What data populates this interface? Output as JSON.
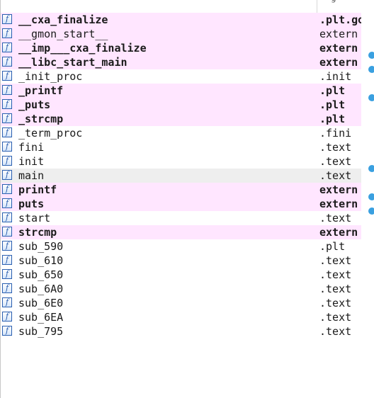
{
  "header": {
    "col_segment_label": "g"
  },
  "colors": {
    "import_row_bg": "#ffe6ff",
    "selected_row_bg": "#eeeeee",
    "icon_blue": "#2a5fb0",
    "marker_blue": "#3aa0e0"
  },
  "icon_glyph": "f",
  "functions": [
    {
      "name": "__cxa_finalize",
      "segment": ".plt.got",
      "style": "import"
    },
    {
      "name": "__gmon_start__",
      "segment": "extern",
      "style": "import-plain"
    },
    {
      "name": "__imp___cxa_finalize",
      "segment": "extern",
      "style": "import"
    },
    {
      "name": "__libc_start_main",
      "segment": "extern",
      "style": "import"
    },
    {
      "name": "_init_proc",
      "segment": ".init",
      "style": "normal"
    },
    {
      "name": "_printf",
      "segment": ".plt",
      "style": "import"
    },
    {
      "name": "_puts",
      "segment": ".plt",
      "style": "import"
    },
    {
      "name": "_strcmp",
      "segment": ".plt",
      "style": "import"
    },
    {
      "name": "_term_proc",
      "segment": ".fini",
      "style": "normal"
    },
    {
      "name": "fini",
      "segment": ".text",
      "style": "normal"
    },
    {
      "name": "init",
      "segment": ".text",
      "style": "normal"
    },
    {
      "name": "main",
      "segment": ".text",
      "style": "selected"
    },
    {
      "name": "printf",
      "segment": "extern",
      "style": "import"
    },
    {
      "name": "puts",
      "segment": "extern",
      "style": "import"
    },
    {
      "name": "start",
      "segment": ".text",
      "style": "normal"
    },
    {
      "name": "strcmp",
      "segment": "extern",
      "style": "import"
    },
    {
      "name": "sub_590",
      "segment": ".plt",
      "style": "normal"
    },
    {
      "name": "sub_610",
      "segment": ".text",
      "style": "normal"
    },
    {
      "name": "sub_650",
      "segment": ".text",
      "style": "normal"
    },
    {
      "name": "sub_6A0",
      "segment": ".text",
      "style": "normal"
    },
    {
      "name": "sub_6E0",
      "segment": ".text",
      "style": "normal"
    },
    {
      "name": "sub_6EA",
      "segment": ".text",
      "style": "normal"
    },
    {
      "name": "sub_795",
      "segment": ".text",
      "style": "normal"
    }
  ],
  "markers": {
    "row_indices": [
      3,
      4,
      6,
      11,
      13,
      14
    ]
  }
}
